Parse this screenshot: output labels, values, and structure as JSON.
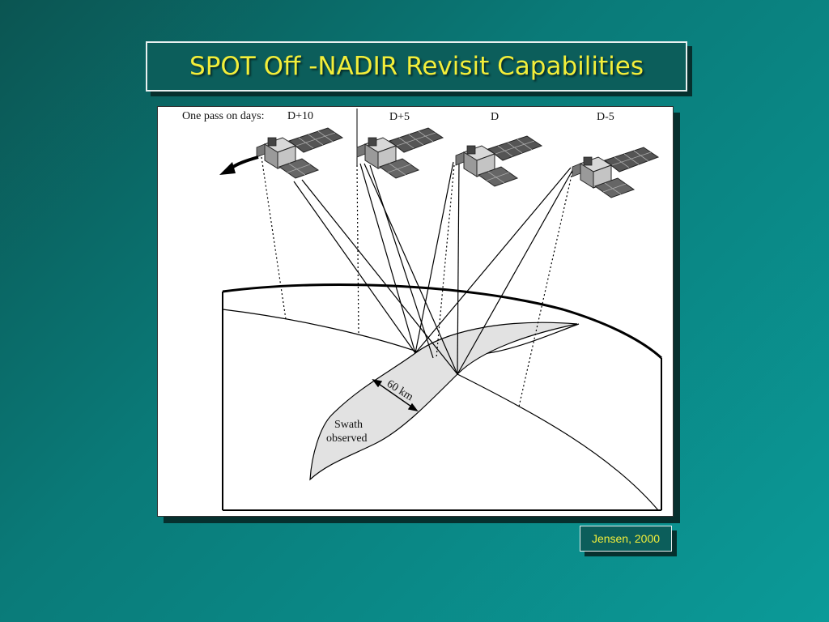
{
  "slide": {
    "title": "SPOT Off -NADIR Revisit Capabilities",
    "credit": "Jensen, 2000"
  },
  "figure": {
    "pass_label": "One pass on days:",
    "days": [
      "D+10",
      "D+5",
      "D",
      "D-5"
    ],
    "distance_label": "60 km",
    "swath_label_line1": "Swath",
    "swath_label_line2": "observed"
  }
}
